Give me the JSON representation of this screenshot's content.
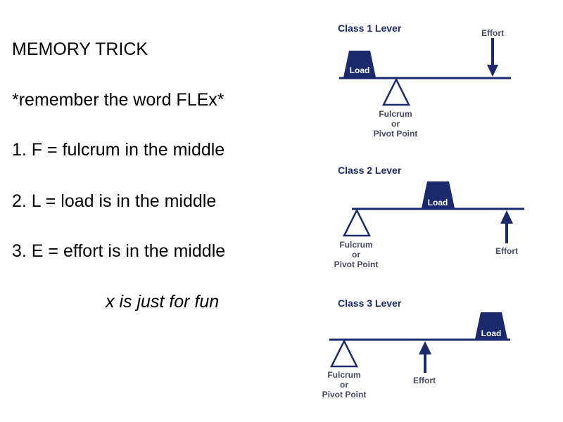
{
  "slide": {
    "heading": "MEMORY TRICK",
    "remember": "*remember the word FLEx*",
    "items": [
      "1.  F = fulcrum in the middle",
      "2.  L  =  load is in the middle",
      "3.  E = effort is in the middle"
    ],
    "footnote": "x is just for fun"
  },
  "levers": [
    {
      "title": "Class 1 Lever",
      "load": "Load",
      "effort": "Effort",
      "fulcrum": [
        "Fulcrum",
        "or",
        "Pivot Point"
      ]
    },
    {
      "title": "Class 2 Lever",
      "load": "Load",
      "effort": "Effort",
      "fulcrum": [
        "Fulcrum",
        "or",
        "Pivot Point"
      ]
    },
    {
      "title": "Class 3 Lever",
      "load": "Load",
      "effort": "Effort",
      "fulcrum": [
        "Fulcrum",
        "or",
        "Pivot Point"
      ]
    }
  ],
  "colors": {
    "text": "#000000",
    "diagram": "#1a2a6c",
    "diagram_label": "#444a66",
    "load_text": "#ffffff"
  }
}
